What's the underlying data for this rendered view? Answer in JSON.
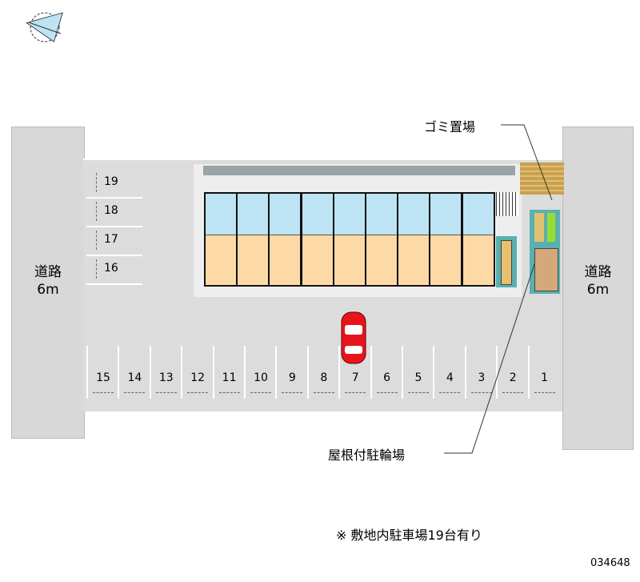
{
  "compass": {
    "label": "N"
  },
  "roads": {
    "left": {
      "label": "道路",
      "width": "6m"
    },
    "right": {
      "label": "道路",
      "width": "6m"
    }
  },
  "labels": {
    "garbage": "ゴミ置場",
    "bicycle": "屋根付駐輪場"
  },
  "parking": {
    "side_slots": [
      "19",
      "18",
      "17",
      "16"
    ],
    "bottom_slots": [
      "15",
      "14",
      "13",
      "12",
      "11",
      "10",
      "9",
      "8",
      "7",
      "6",
      "5",
      "4",
      "3",
      "2",
      "1"
    ]
  },
  "building": {
    "unit_count": 9
  },
  "note": "※ 敷地内駐車場19台有り",
  "property_id": "034648",
  "colors": {
    "road": "#d8d8d8",
    "lot": "#dcdcdc",
    "unit_wet": "#bde3f5",
    "unit_room": "#fdd9a6",
    "car": "#e8141c"
  }
}
